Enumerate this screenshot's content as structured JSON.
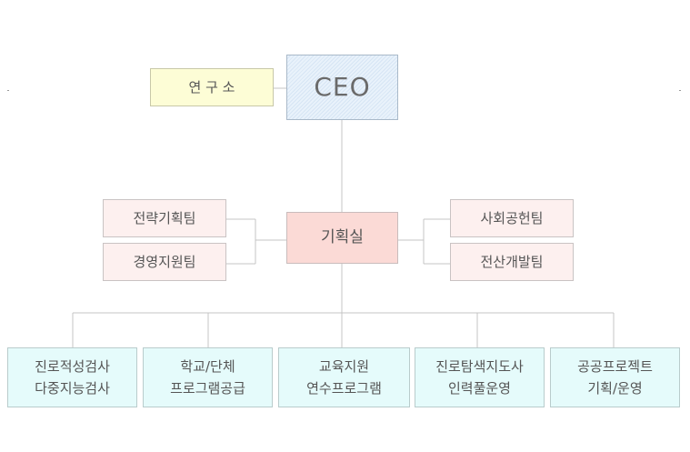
{
  "ceo": "CEO",
  "lab": "연 구 소",
  "planning": "기획실",
  "left_teams": [
    "전략기획팀",
    "경영지원팀"
  ],
  "right_teams": [
    "사회공헌팀",
    "전산개발팀"
  ],
  "bottom": [
    {
      "line1": "진로적성검사",
      "line2": "다중지능검사"
    },
    {
      "line1": "학교/단체",
      "line2": "프로그램공급"
    },
    {
      "line1": "교육지원",
      "line2": "연수프로그램"
    },
    {
      "line1": "진로탐색지도사",
      "line2": "인력풀운영"
    },
    {
      "line1": "공공프로젝트",
      "line2": "기획/운영"
    }
  ]
}
